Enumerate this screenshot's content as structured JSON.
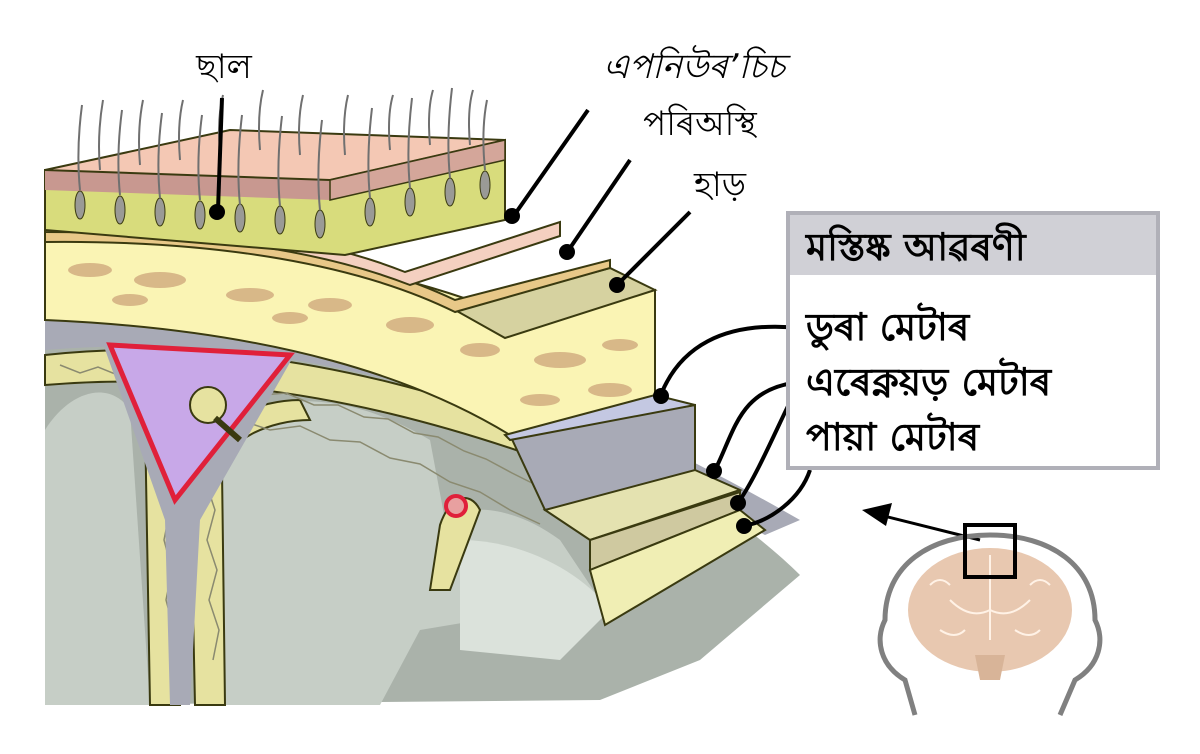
{
  "labels": {
    "scalp": "ছাল",
    "aponeurosis": "এপনিউৰ’চিচ",
    "periosteum": "পৰিঅস্থি",
    "bone": "হাড়"
  },
  "meninges_box": {
    "title": "মস্তিষ্ক আৱৰণী",
    "items": [
      "ডুৰা মেটাৰ",
      "এৰেক্নয়ড় মেটাৰ",
      "পায়া মেটাৰ"
    ]
  },
  "colors": {
    "skin": "#f4c8b4",
    "fat": "#d8dc7c",
    "bone": "#faf4b4",
    "dura": "#bcc0dc",
    "arachnoid": "#e4e2b0",
    "pia": "#f0eeb4",
    "sinus": "#c8a8e8",
    "sinus_border": "#e0203a",
    "brain": "#c8d0c8",
    "box_header": "#d0d0d6"
  }
}
